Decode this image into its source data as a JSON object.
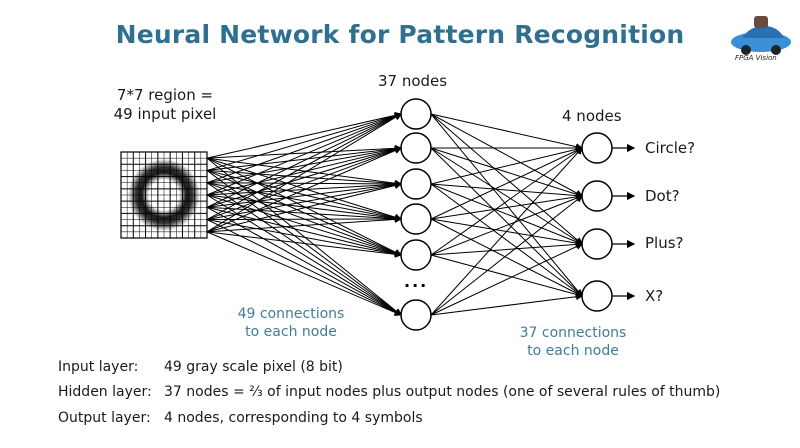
{
  "title": "Neural Network for Pattern Recognition",
  "input_label_line1": "7*7 region =",
  "input_label_line2": "49 input pixel",
  "hidden_label": "37 nodes",
  "output_label": "4 nodes",
  "ellipsis": "...",
  "conn_in_line1": "49 connections",
  "conn_in_line2": "to each node",
  "conn_out_line1": "37 connections",
  "conn_out_line2": "to each node",
  "outputs": [
    "Circle?",
    "Dot?",
    "Plus?",
    "X?"
  ],
  "legend": [
    {
      "key": "Input layer:",
      "value": "49 gray scale pixel (8 bit)"
    },
    {
      "key": "Hidden layer:",
      "value": "37 nodes = ⅔ of input nodes plus output nodes (one of several rules of thumb)"
    },
    {
      "key": "Output layer:",
      "value": "4 nodes, corresponding to 4 symbols"
    }
  ],
  "logo_text": "FPGA Vision",
  "colors": {
    "title": "#2f6f8f",
    "annotation": "#3f7d97",
    "logo_car": "#3a8fd6"
  }
}
